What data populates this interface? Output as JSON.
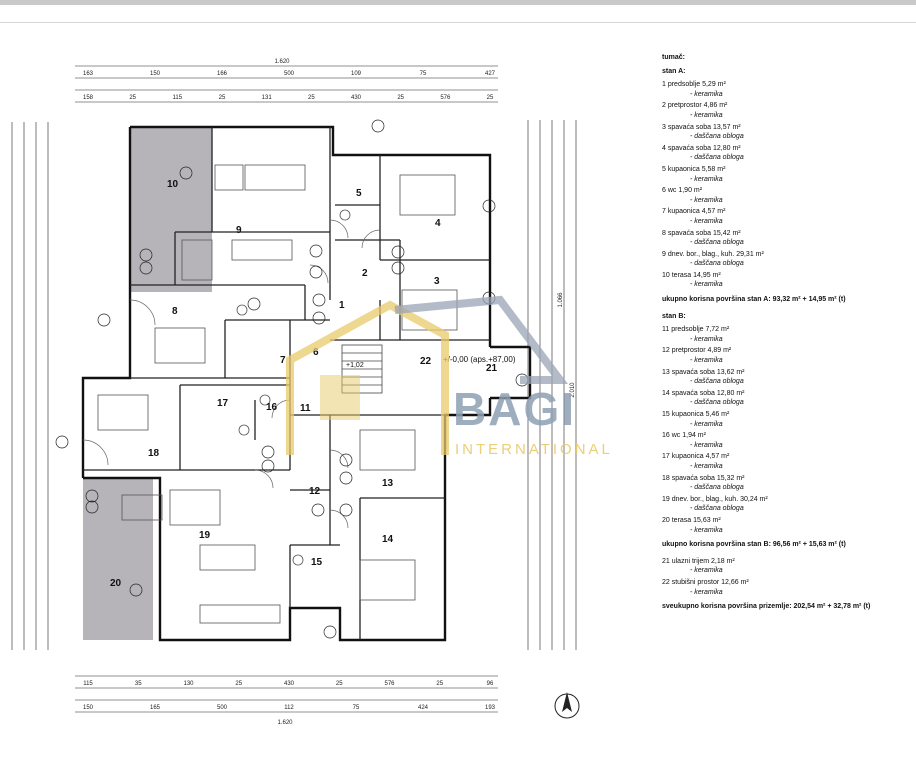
{
  "legend": {
    "title": "tumač:",
    "stan_a": {
      "heading": "stan A:",
      "rooms": [
        {
          "no": "1",
          "name": "predsoblje",
          "area": "5,29 m²",
          "finish": "keramika"
        },
        {
          "no": "2",
          "name": "pretprostor",
          "area": "4,86 m²",
          "finish": "keramika"
        },
        {
          "no": "3",
          "name": "spavaća soba",
          "area": "13,57 m²",
          "finish": "daščana obloga"
        },
        {
          "no": "4",
          "name": "spavaća soba",
          "area": "12,80 m²",
          "finish": "daščana obloga"
        },
        {
          "no": "5",
          "name": "kupaonica",
          "area": "5,58 m²",
          "finish": "keramika"
        },
        {
          "no": "6",
          "name": "wc",
          "area": "1,90 m²",
          "finish": "keramika"
        },
        {
          "no": "7",
          "name": "kupaonica",
          "area": "4,57 m²",
          "finish": "keramika"
        },
        {
          "no": "8",
          "name": "spavaća soba",
          "area": "15,42 m²",
          "finish": "daščana obloga"
        },
        {
          "no": "9",
          "name": "dnev. bor., blag., kuh.",
          "area": "29,31 m²",
          "finish": "daščana obloga"
        },
        {
          "no": "10",
          "name": "terasa",
          "area": "14,95 m²",
          "finish": "keramika"
        }
      ],
      "total": "ukupno korisna površina stan A: 93,32 m² + 14,95 m² (t)"
    },
    "stan_b": {
      "heading": "stan B:",
      "rooms": [
        {
          "no": "11",
          "name": "predsoblje",
          "area": "7,72 m²",
          "finish": "keramika"
        },
        {
          "no": "12",
          "name": "pretprostor",
          "area": "4,89 m²",
          "finish": "keramika"
        },
        {
          "no": "13",
          "name": "spavaća soba",
          "area": "13,62 m²",
          "finish": "daščana obloga"
        },
        {
          "no": "14",
          "name": "spavaća soba",
          "area": "12,80 m²",
          "finish": "daščana obloga"
        },
        {
          "no": "15",
          "name": "kupaonica",
          "area": "5,46 m²",
          "finish": "keramika"
        },
        {
          "no": "16",
          "name": "wc",
          "area": "1,94 m²",
          "finish": "keramika"
        },
        {
          "no": "17",
          "name": "kupaonica",
          "area": "4,57 m²",
          "finish": "keramika"
        },
        {
          "no": "18",
          "name": "spavaća soba",
          "area": "15,32 m²",
          "finish": "daščana obloga"
        },
        {
          "no": "19",
          "name": "dnev. bor., blag., kuh.",
          "area": "30,24 m²",
          "finish": "daščana obloga"
        },
        {
          "no": "20",
          "name": "terasa",
          "area": "15,63 m²",
          "finish": "keramika"
        }
      ],
      "total": "ukupno korisna površina stan B: 96,56 m² + 15,63 m² (t)"
    },
    "common": [
      {
        "no": "21",
        "name": "ulazni trijem",
        "area": "2,18 m²",
        "finish": "keramika"
      },
      {
        "no": "22",
        "name": "stubišni prostor",
        "area": "12,66 m²",
        "finish": "keramika"
      }
    ],
    "grand_total": "sveukupno korisna površina prizemlje: 202,54 m² + 32,78 m² (t)"
  },
  "plan": {
    "room_labels": [
      "1",
      "2",
      "3",
      "4",
      "5",
      "6",
      "7",
      "8",
      "9",
      "10",
      "11",
      "12",
      "13",
      "14",
      "15",
      "16",
      "17",
      "18",
      "19",
      "20",
      "21",
      "22"
    ],
    "elevation_label": "+/-0,00 (aps.+87,00)",
    "elevation_step": "+1,02",
    "overall_width": "1.620",
    "overall_height": "2.010",
    "side_height": "1.066",
    "top_dims_row1": [
      "163",
      "150",
      "166",
      "500",
      "109",
      "75",
      "427"
    ],
    "top_dims_row2": [
      "158",
      "25",
      "115",
      "25",
      "131",
      "25",
      "430",
      "25",
      "576",
      "25"
    ],
    "bottom_dims_row1": [
      "115",
      "35",
      "130",
      "25",
      "430",
      "25",
      "576",
      "25",
      "96"
    ],
    "bottom_dims_row2": [
      "150",
      "165",
      "500",
      "112",
      "75",
      "424",
      "193"
    ],
    "logo": {
      "brand": "BAGI",
      "sub": "INTERNATIONAL"
    }
  }
}
